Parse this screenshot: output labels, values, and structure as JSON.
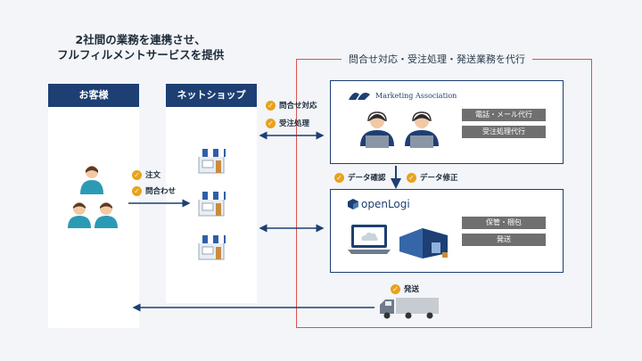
{
  "title": {
    "line1": "2社間の業務を連携させ、",
    "line2": "フルフィルメントサービスを提供"
  },
  "columns": {
    "customer": "お客様",
    "shop": "ネットショップ"
  },
  "redbox_title": "問合せ対応・受注処理・発送業務を代行",
  "marketing": {
    "logo_text": "Marketing Association",
    "tags": [
      "電話・メール代行",
      "受注処理代行"
    ]
  },
  "openlogi": {
    "logo_text": "openLogi",
    "tags": [
      "保管・梱包",
      "発送"
    ]
  },
  "checks": {
    "customer_to_shop": [
      "注文",
      "問合わせ"
    ],
    "shop_to_marketing": [
      "問合せ対応",
      "受注処理"
    ],
    "marketing_to_openlogi": [
      "データ確認",
      "データ修正"
    ],
    "shipping": "発送"
  },
  "colors": {
    "navy": "#1d3f73",
    "accent": "#e8a21a",
    "frame": "#d9534f",
    "teal": "#2b9bb5"
  }
}
